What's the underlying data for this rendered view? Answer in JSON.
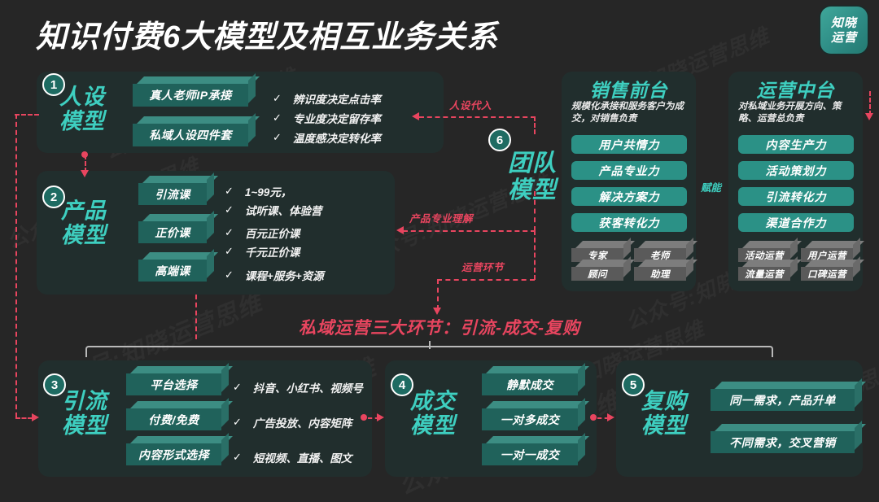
{
  "header": {
    "title": "知识付费6大模型及相互业务关系",
    "logo": {
      "line1": "知晓",
      "line2": "运营",
      "color": "#2e8c85"
    }
  },
  "watermark_text": "公众号:知晓运营思维",
  "colors": {
    "page_bg": "#262626",
    "panel_bg": "#212e2d",
    "teal_text": "#3ecfc0",
    "pill": "#2b9186",
    "box_front": "#20625b",
    "box_top": "#3c8d83",
    "gray_box": "#5a5a5a",
    "connector": "#e8455f",
    "bracket": "#b9b9b9"
  },
  "models": [
    {
      "number": "1",
      "name_line1": "人设",
      "name_line2": "模型",
      "boxes": [
        "真人老师IP承接",
        "私域人设四件套"
      ],
      "checks": [
        "辨识度决定点击率",
        "专业度决定留存率",
        "温度感决定转化率"
      ]
    },
    {
      "number": "2",
      "name_line1": "产品",
      "name_line2": "模型",
      "boxes": [
        "引流课",
        "正价课",
        "高端课"
      ],
      "checks": [
        "1~99元，",
        "试听课、体验营",
        "百元正价课",
        "千元正价课",
        "课程+服务+资源"
      ]
    },
    {
      "number": "3",
      "name_line1": "引流",
      "name_line2": "模型",
      "boxes": [
        "平台选择",
        "付费/免费",
        "内容形式选择"
      ],
      "checks": [
        "抖音、小红书、视频号",
        "广告投放、内容矩阵",
        "短视频、直播、图文"
      ]
    },
    {
      "number": "4",
      "name_line1": "成交",
      "name_line2": "模型",
      "boxes": [
        "静默成交",
        "一对多成交",
        "一对一成交"
      ],
      "checks": []
    },
    {
      "number": "5",
      "name_line1": "复购",
      "name_line2": "模型",
      "boxes": [
        "同一需求，产品升单",
        "不同需求，交叉营销"
      ],
      "checks": []
    },
    {
      "number": "6",
      "name_line1": "团队",
      "name_line2": "模型",
      "boxes": [],
      "checks": []
    }
  ],
  "columns": [
    {
      "title": "销售前台",
      "desc": "规模化承接和服务客户为成交，对销售负责",
      "pills": [
        "用户共情力",
        "产品专业力",
        "解决方案力",
        "获客转化力"
      ],
      "roles": [
        "专家",
        "老师",
        "顾问",
        "助理"
      ]
    },
    {
      "title": "运营中台",
      "desc": "对私域业务开展方向、策略、运营总负责",
      "pills": [
        "内容生产力",
        "活动策划力",
        "引流转化力",
        "渠道合作力"
      ],
      "roles": [
        "活动运营",
        "用户运营",
        "流量运营",
        "口碑运营"
      ]
    }
  ],
  "connectors": {
    "persona_inject": "人设代入",
    "product_understanding": "产品专业理解",
    "operation_step": "运营环节",
    "empower": "赋能"
  },
  "banner": "私域运营三大环节：引流-成交-复购"
}
